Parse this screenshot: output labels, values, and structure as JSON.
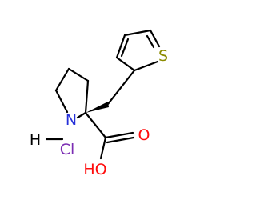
{
  "molecule": {
    "atoms": {
      "s": {
        "text": "S",
        "color": "#8b8b00"
      },
      "n": {
        "text": "N",
        "color": "#2530d8"
      },
      "o": {
        "text": "O",
        "color": "#ff0d0d"
      },
      "oh": {
        "text": "HO",
        "color": "#ff0d0d"
      },
      "cl": {
        "text": "Cl",
        "color": "#7b2db3"
      },
      "h": {
        "text": "H",
        "color": "#000000"
      }
    },
    "bond_color": "#000000"
  }
}
